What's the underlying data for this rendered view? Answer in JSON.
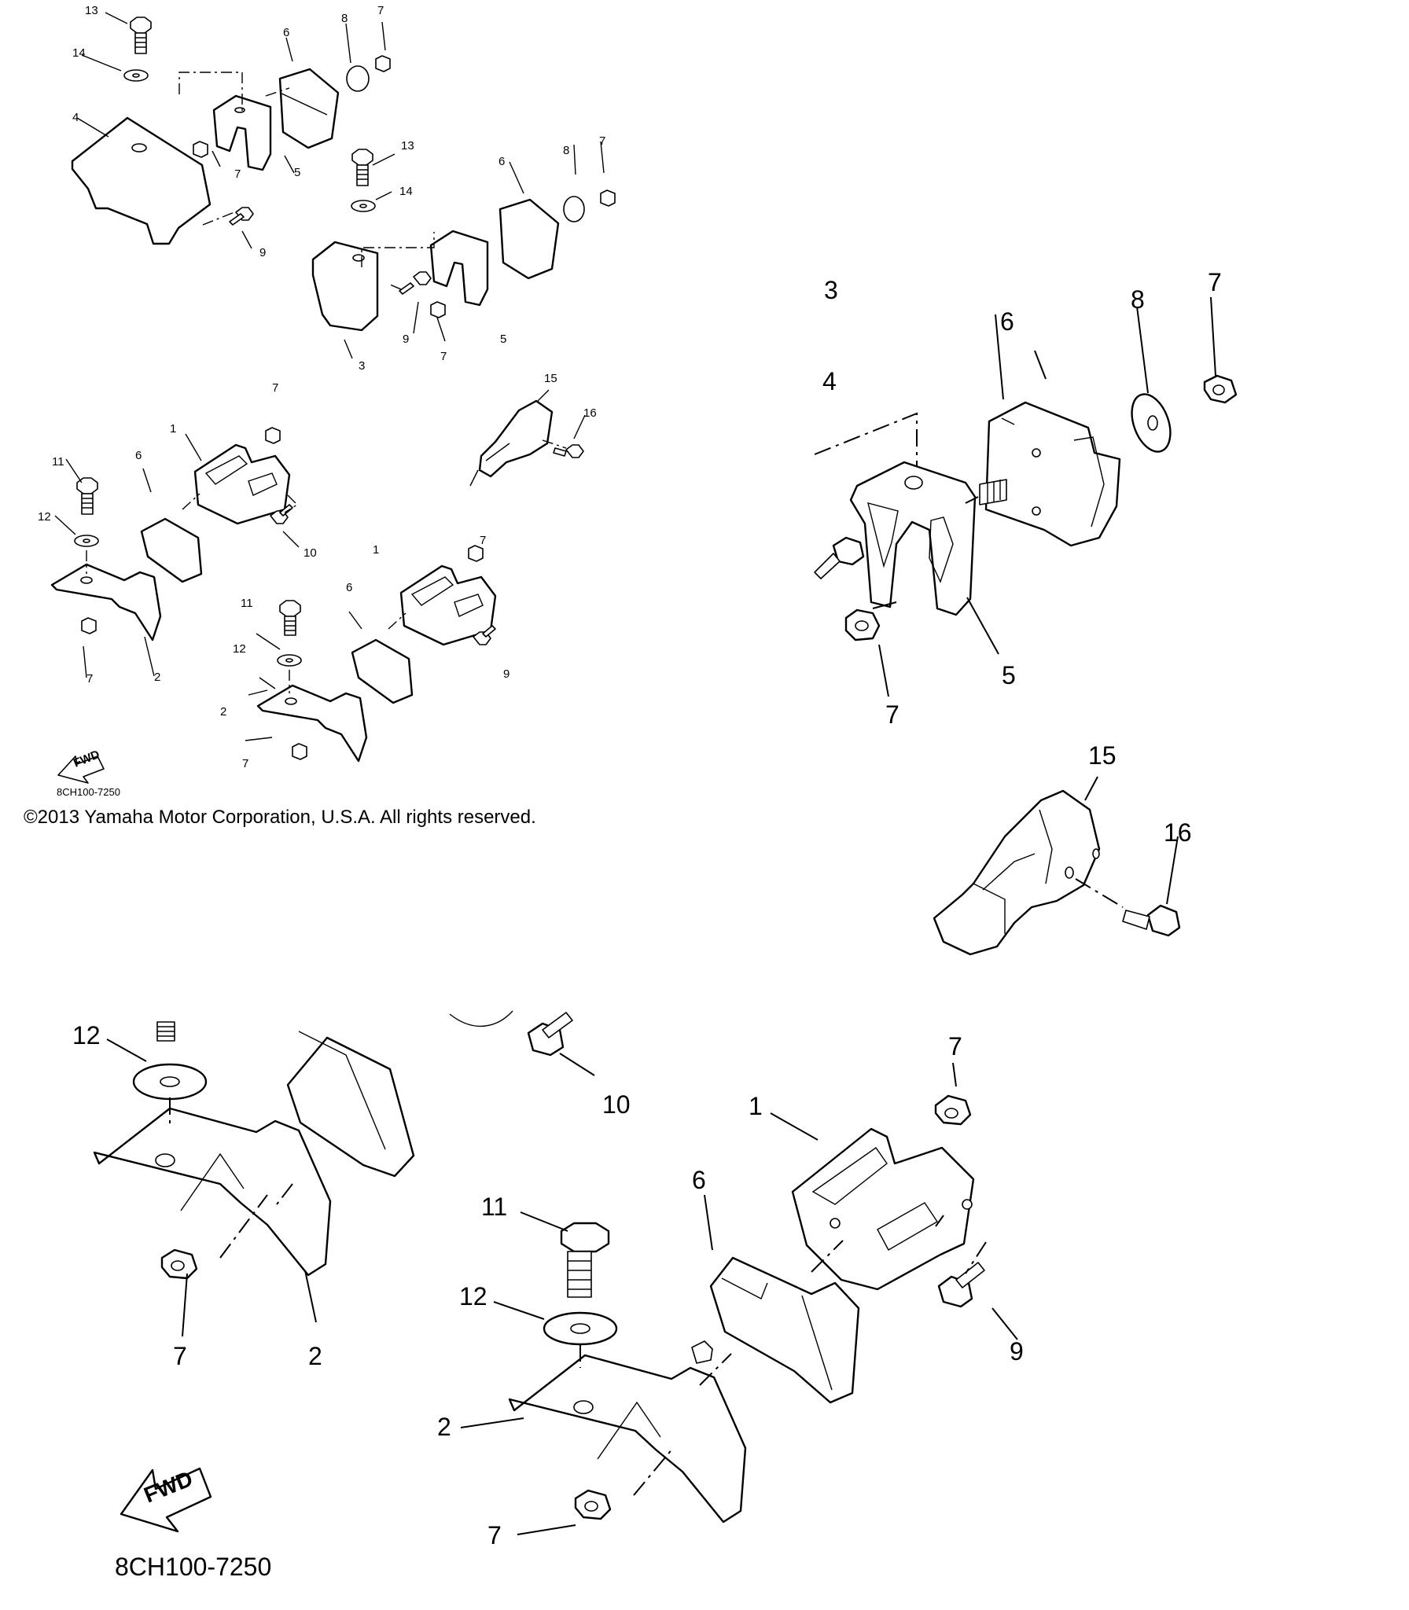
{
  "copyright": "©2013 Yamaha Motor Corporation, U.S.A. All rights reserved.",
  "diagram_code_small": "8CH100-7250",
  "diagram_code_large": "8CH100-7250",
  "fwd_label": "FWD",
  "overview_callouts": [
    "13",
    "14",
    "4",
    "6",
    "8",
    "7",
    "7",
    "5",
    "9",
    "13",
    "14",
    "6",
    "8",
    "7",
    "9",
    "7",
    "5",
    "3",
    "7",
    "1",
    "6",
    "11",
    "12",
    "2",
    "7",
    "10",
    "15",
    "16",
    "1",
    "6",
    "11",
    "12",
    "9",
    "7",
    "2",
    "7"
  ],
  "zoom_top_right_callouts": [
    "3",
    "4",
    "6",
    "8",
    "7",
    "5",
    "7"
  ],
  "zoom_mid_right_callouts": [
    "15",
    "16"
  ],
  "zoom_bottom_callouts": [
    "12",
    "10",
    "7",
    "1",
    "6",
    "11",
    "12",
    "7",
    "2",
    "9",
    "2",
    "7"
  ],
  "colors": {
    "ink": "#000000",
    "paper": "#ffffff"
  }
}
